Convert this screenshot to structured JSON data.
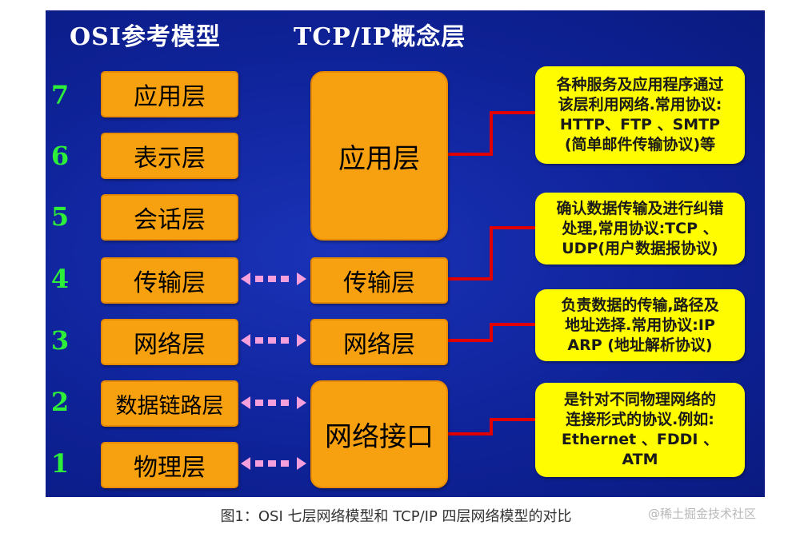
{
  "headers": {
    "osi": "OSI参考模型",
    "tcpip": "TCP/IP概念层"
  },
  "layers": [
    {
      "num": "7",
      "label": "应用层"
    },
    {
      "num": "6",
      "label": "表示层"
    },
    {
      "num": "5",
      "label": "会话层"
    },
    {
      "num": "4",
      "label": "传输层"
    },
    {
      "num": "3",
      "label": "网络层"
    },
    {
      "num": "2",
      "label": "数据链路层"
    },
    {
      "num": "1",
      "label": "物理层"
    }
  ],
  "tcpip_layers": {
    "application": "应用层",
    "transport": "传输层",
    "network": "网络层",
    "link": "网络接口"
  },
  "notes": {
    "application": [
      "各种服务及应用程序通过",
      "该层利用网络.常用协议:",
      "HTTP、FTP 、SMTP",
      "(简单邮件传输协议)等"
    ],
    "transport": [
      "确认数据传输及进行纠错",
      "处理,常用协议:TCP 、",
      "UDP(用户数据报协议)"
    ],
    "network": [
      "负责数据的传输,路径及",
      "地址选择.常用协议:IP",
      "ARP (地址解析协议)"
    ],
    "link": [
      "是针对不同物理网络的",
      "连接形式的协议.例如:",
      "Ethernet 、FDDI 、",
      "ATM"
    ]
  },
  "caption": "图1：OSI 七层网络模型和 TCP/IP 四层网络模型的对比",
  "watermark": "@稀土掘金技术社区",
  "colors": {
    "background": "#0f239a",
    "layer_box": "#f7a010",
    "note_box": "#fffb00",
    "number": "#2dee38",
    "connector": "#e00000",
    "arrow": "#f5a0dc"
  }
}
